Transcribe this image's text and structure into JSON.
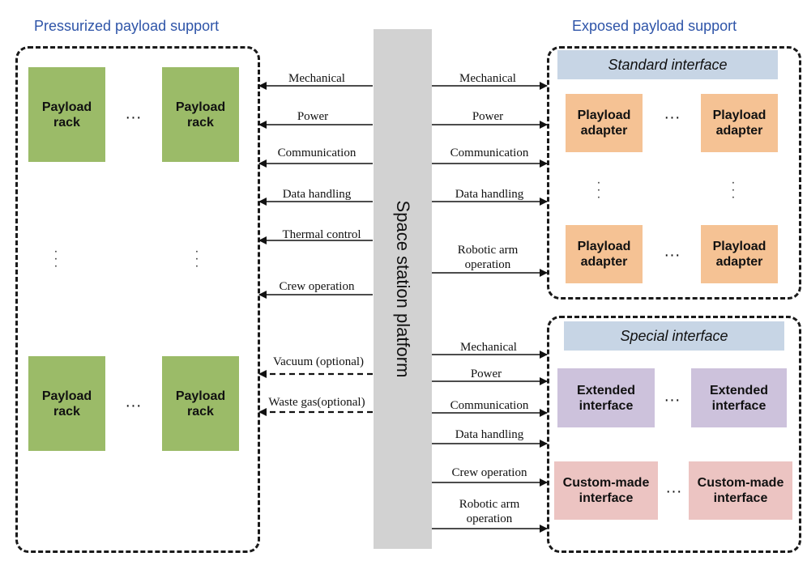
{
  "sections": {
    "pressurized_title": "Pressurized payload support",
    "exposed_title": "Exposed payload support"
  },
  "platform": {
    "label": "Space station platform"
  },
  "pressurized": {
    "racks": [
      "Payload\nrack",
      "Payload\nrack",
      "Payload\nrack",
      "Payload\nrack"
    ],
    "connections": [
      {
        "label": "Mechanical",
        "style": "solid"
      },
      {
        "label": "Power",
        "style": "solid"
      },
      {
        "label": "Communication",
        "style": "solid"
      },
      {
        "label": "Data handling",
        "style": "solid"
      },
      {
        "label": "Thermal control",
        "style": "solid"
      },
      {
        "label": "Crew operation",
        "style": "solid"
      },
      {
        "label": "Vacuum (optional)",
        "style": "dashed"
      },
      {
        "label": "Waste gas(optional)",
        "style": "dashed"
      }
    ]
  },
  "standard": {
    "header": "Standard interface",
    "adapters": [
      "Playload\nadapter",
      "Playload\nadapter",
      "Playload\nadapter",
      "Playload\nadapter"
    ],
    "connections": [
      {
        "label": "Mechanical"
      },
      {
        "label": "Power"
      },
      {
        "label": "Communication"
      },
      {
        "label": "Data handling"
      },
      {
        "label": "Robotic arm\noperation"
      }
    ]
  },
  "special": {
    "header": "Special interface",
    "extended": [
      "Extended\ninterface",
      "Extended\ninterface"
    ],
    "custom": [
      "Custom-made\ninterface",
      "Custom-made\ninterface"
    ],
    "connections": [
      {
        "label": "Mechanical"
      },
      {
        "label": "Power"
      },
      {
        "label": "Communication"
      },
      {
        "label": "Data handling"
      },
      {
        "label": "Crew operation"
      },
      {
        "label": "Robotic arm\noperation"
      }
    ]
  },
  "ellipsis": "···",
  "colors": {
    "title": "#2e54a8",
    "rack": "#9bbb68",
    "adapter": "#f5c294",
    "extended": "#cdc2dc",
    "custom": "#ecc4c2",
    "interface_header": "#c7d5e5",
    "platform": "#d2d2d2"
  }
}
